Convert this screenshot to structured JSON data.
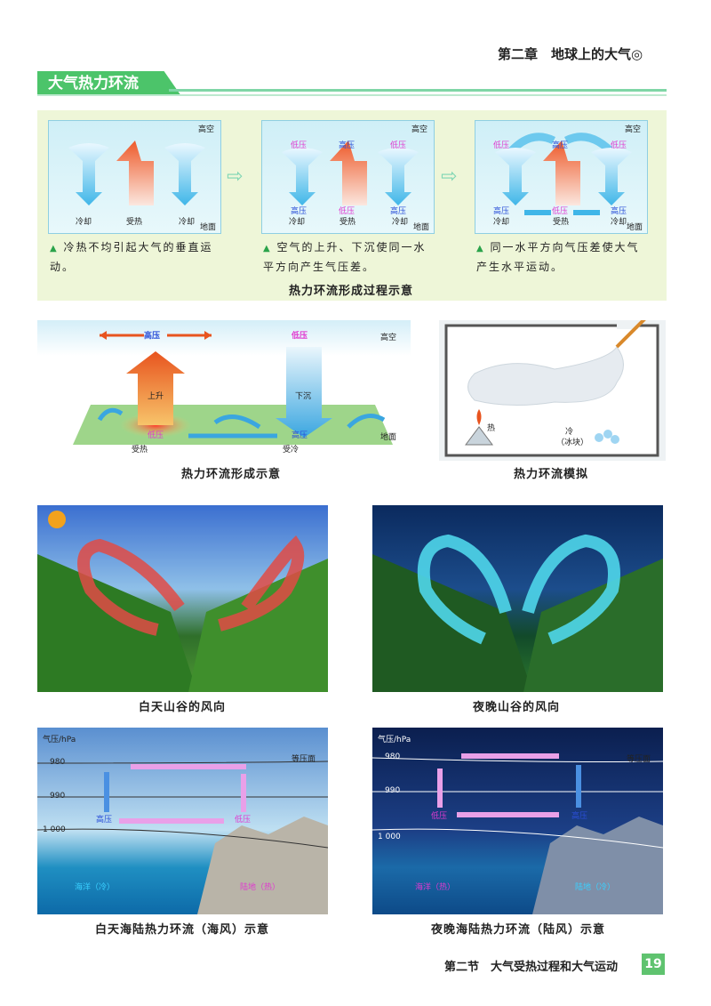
{
  "header": {
    "chapter": "第二章　地球上的大气◎",
    "section_tab": "大气热力环流"
  },
  "panel": {
    "step1": {
      "top": "高空",
      "ground": "地面",
      "labels": [
        "冷却",
        "受热",
        "冷却"
      ],
      "caption": "冷热不均引起大气的垂直运动。"
    },
    "step2": {
      "top": "高空",
      "ground": "地面",
      "upper": [
        "低压",
        "高压",
        "低压"
      ],
      "lower_pressure": [
        "高压",
        "低压",
        "高压"
      ],
      "labels": [
        "冷却",
        "受热",
        "冷却"
      ],
      "caption": "空气的上升、下沉使同一水平方向产生气压差。"
    },
    "step3": {
      "top": "高空",
      "ground": "地面",
      "upper": [
        "低压",
        "高压",
        "低压"
      ],
      "lower_pressure": [
        "高压",
        "低压",
        "高压"
      ],
      "labels": [
        "冷却",
        "受热",
        "冷却"
      ],
      "caption": "同一水平方向气压差使大气产生水平运动。"
    },
    "title": "热力环流形成过程示意"
  },
  "diagram3d": {
    "high_pressure_top": "高压",
    "low_pressure_top": "低压",
    "top_label": "高空",
    "rise": "上升",
    "sink": "下沉",
    "low_bottom": "低压",
    "high_bottom": "高压",
    "heated": "受热",
    "cooled": "受冷",
    "ground_label": "地面",
    "caption": "热力环流形成示意"
  },
  "simulation": {
    "heat": "热",
    "cold": "冷",
    "ice": "（冰块）",
    "caption": "热力环流模拟"
  },
  "valley_day": {
    "caption": "白天山谷的风向"
  },
  "valley_night": {
    "caption": "夜晚山谷的风向"
  },
  "sea_day": {
    "axis": "气压/hPa",
    "levels": [
      "980",
      "990",
      "1 000"
    ],
    "isobar": "等压面",
    "high": "高压",
    "low": "低压",
    "sea": "海洋（冷）",
    "land": "陆地（热）",
    "caption": "白天海陆热力环流（海风）示意"
  },
  "sea_night": {
    "axis": "气压/hPa",
    "levels": [
      "980",
      "990",
      "1 000"
    ],
    "isobar": "等压面",
    "low": "低压",
    "high": "高压",
    "sea": "海洋（热）",
    "land": "陆地（冷）",
    "caption": "夜晚海陆热力环流（陆风）示意"
  },
  "footer": {
    "section": "第二节　大气受热过程和大气运动",
    "page": "19"
  }
}
